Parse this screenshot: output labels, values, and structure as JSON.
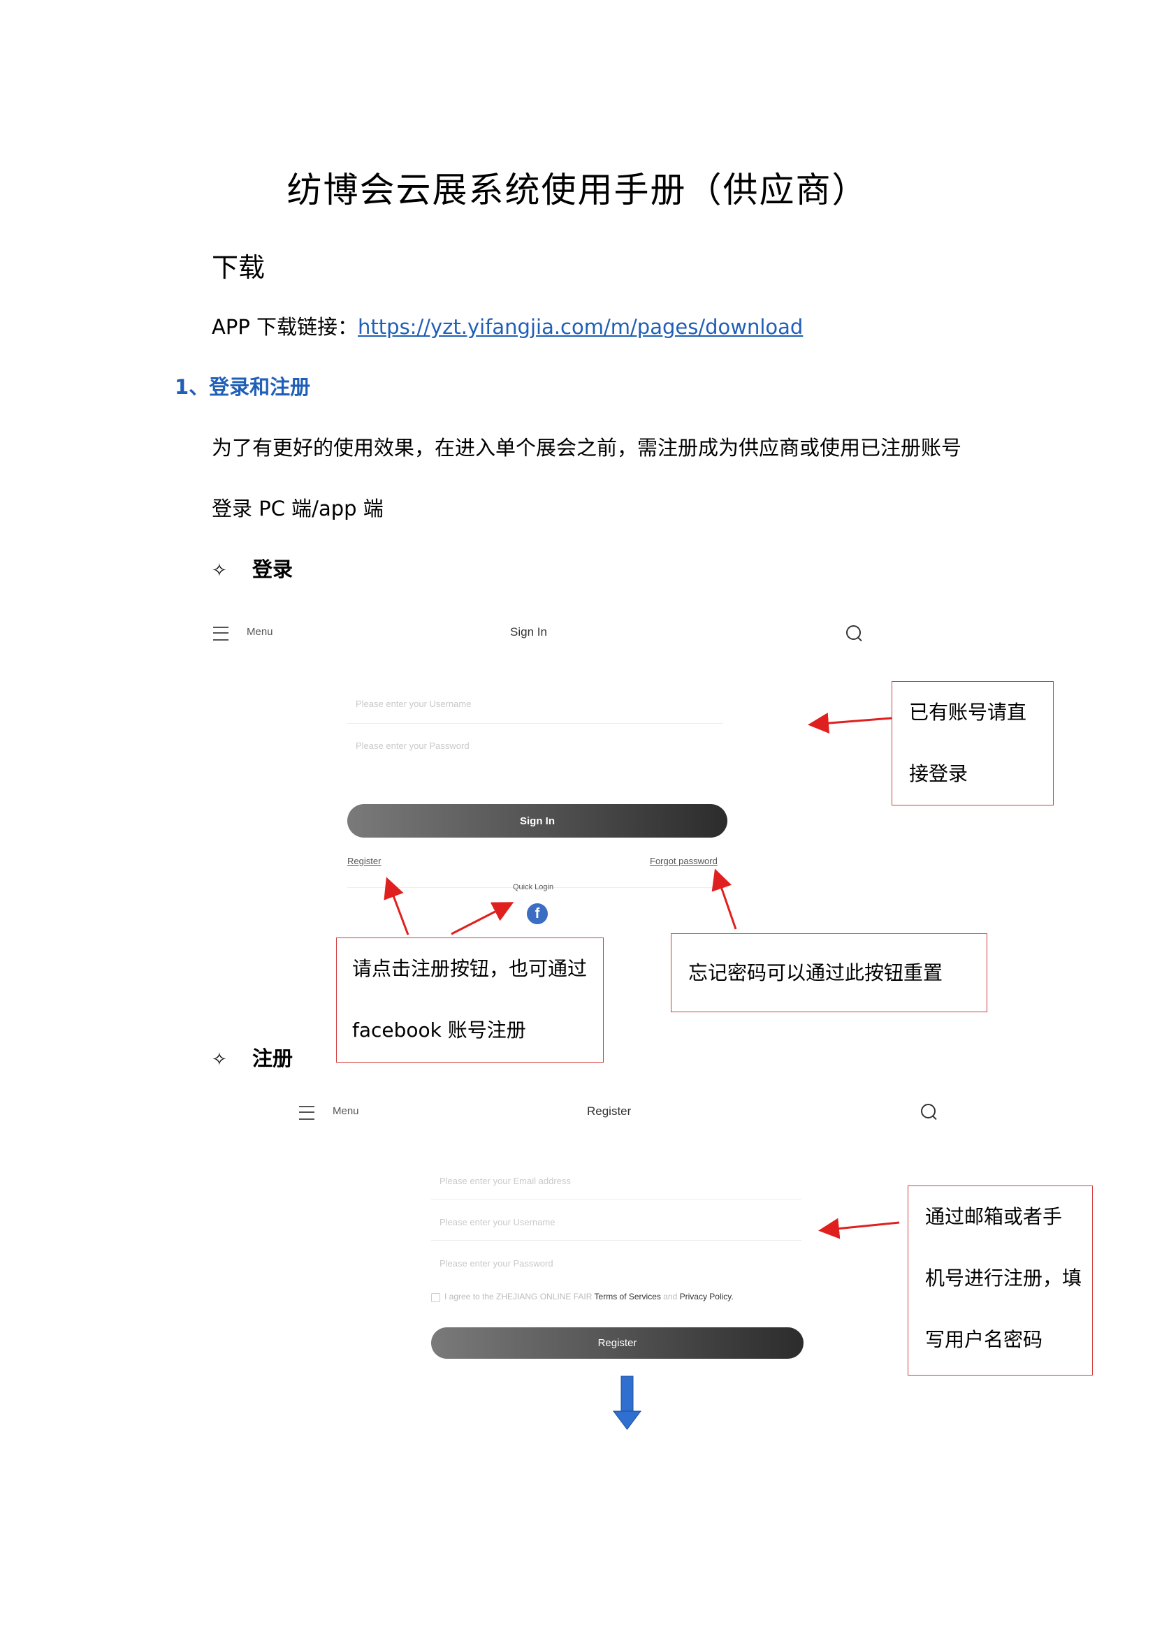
{
  "title": "纺博会云展系统使用手册（供应商）",
  "download_heading": "下载",
  "app_line": {
    "label": "APP 下载链接：",
    "url": "https://yzt.yifangjia.com/m/pages/download"
  },
  "section1_heading": "1、登录和注册",
  "para_line1": "为了有更好的使用效果，在进入单个展会之前，需注册成为供应商或使用已注册账号",
  "para_line2": "登录 PC 端/app 端",
  "bullet_symbol": "✧",
  "bullet_login": "登录",
  "bullet_register": "注册",
  "login_screen": {
    "menu_label": "Menu",
    "title": "Sign In",
    "username_placeholder": "Please enter your Username",
    "password_placeholder": "Please enter your Password",
    "sign_in_button": "Sign In",
    "register_link": "Register",
    "forgot_link": "Forgot password",
    "quick_login": "Quick Login",
    "facebook_glyph": "f"
  },
  "register_screen": {
    "menu_label": "Menu",
    "title": "Register",
    "email_placeholder": "Please enter your Email address",
    "username_placeholder": "Please enter your Username",
    "password_placeholder": "Please enter your Password",
    "agree_text": "I agree to the ZHEJIANG ONLINE FAIR",
    "terms": "Terms of Services",
    "and": "and",
    "privacy": "Privacy Policy.",
    "register_button": "Register"
  },
  "callouts": {
    "login_existing": [
      "已有账号请直",
      "接登录"
    ],
    "register_hint": [
      "请点击注册按钮，也可通过",
      "facebook 账号注册"
    ],
    "forgot_hint": [
      "忘记密码可以通过此按钮重置"
    ],
    "register_method": [
      "通过邮箱或者手",
      "机号进行注册，填",
      "写用户名密码"
    ]
  },
  "colors": {
    "link_blue": "#1f5fb8",
    "callout_red": "#d23a3a",
    "arrow_red": "#e0201e",
    "down_arrow_blue": "#2f6fd0"
  }
}
